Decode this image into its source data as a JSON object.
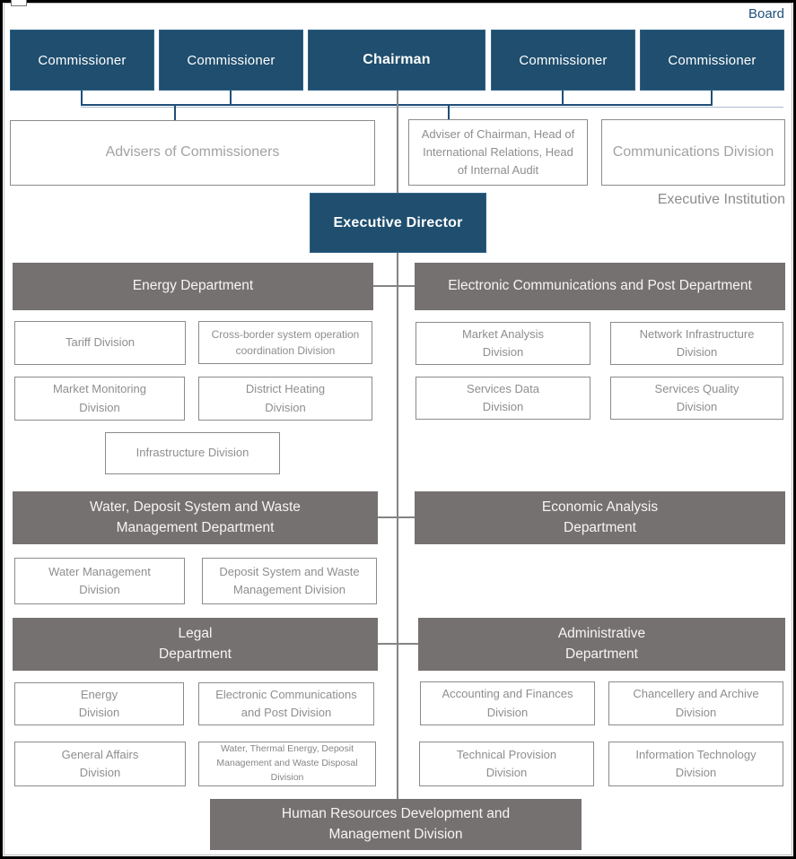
{
  "title_labels": {
    "board": "Board",
    "executive_institution": "Executive Institution"
  },
  "board_members": [
    "Commissioner",
    "Commissioner",
    "Chairman",
    "Commissioner",
    "Commissioner"
  ],
  "advisory": {
    "advisers": "Advisers of Commissioners",
    "chairman_advisers": "Adviser of Chairman, Head of\nInternational Relations, Head\nof Internal Audit",
    "communications": "Communications Division"
  },
  "executive_director": "Executive Director",
  "departments": {
    "energy": {
      "title": "Energy Department",
      "divisions": [
        "Tariff Division",
        "Cross-border system operation\ncoordination Division",
        "Market Monitoring\nDivision",
        "District Heating\nDivision",
        "Infrastructure Division"
      ]
    },
    "ecp": {
      "title": "Electronic Communications and Post Department",
      "divisions": [
        "Market Analysis\nDivision",
        "Network Infrastructure\nDivision",
        "Services Data\nDivision",
        "Services Quality\nDivision"
      ]
    },
    "water": {
      "title": "Water, Deposit System and Waste\nManagement Department",
      "divisions": [
        "Water Management\nDivision",
        "Deposit System and Waste\nManagement Division"
      ]
    },
    "economic": {
      "title": "Economic Analysis\nDepartment",
      "divisions": []
    },
    "legal": {
      "title": "Legal\nDepartment",
      "divisions": [
        "Energy\nDivision",
        "Electronic Communications\nand Post Division",
        "General Affairs\nDivision",
        "Water, Thermal Energy, Deposit\nManagement and Waste Disposal\nDivision"
      ]
    },
    "administrative": {
      "title": "Administrative\nDepartment",
      "divisions": [
        "Accounting and Finances\nDivision",
        "Chancellery and Archive\nDivision",
        "Technical Provision\nDivision",
        "Information Technology\nDivision"
      ]
    }
  },
  "hr_division": "Human Resources Development and\nManagement Division",
  "colors": {
    "board_box": "#1f4e6e",
    "department_header": "#767171",
    "connector_blue": "#1f4e79",
    "connector_gray": "#848484",
    "board_label": "#1f4e79",
    "division_text": "#8e8e8e",
    "frame": "#000000"
  }
}
